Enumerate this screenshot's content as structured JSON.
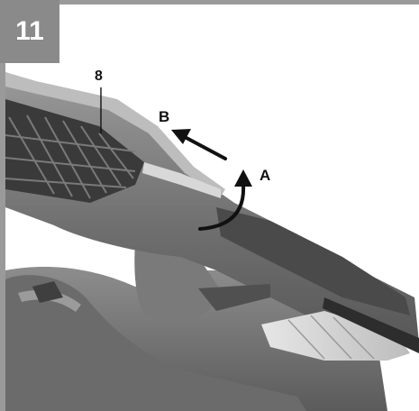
{
  "figure": {
    "number": "11",
    "callouts": {
      "part_8": "8",
      "arrow_a": "A",
      "arrow_b": "B"
    }
  },
  "colors": {
    "badge": "#8a8a8a",
    "frame": "#9a9a9a",
    "background": "#ffffff"
  },
  "icons": {
    "arrow_a": "curved-arrow-icon",
    "arrow_b": "straight-arrow-icon"
  }
}
